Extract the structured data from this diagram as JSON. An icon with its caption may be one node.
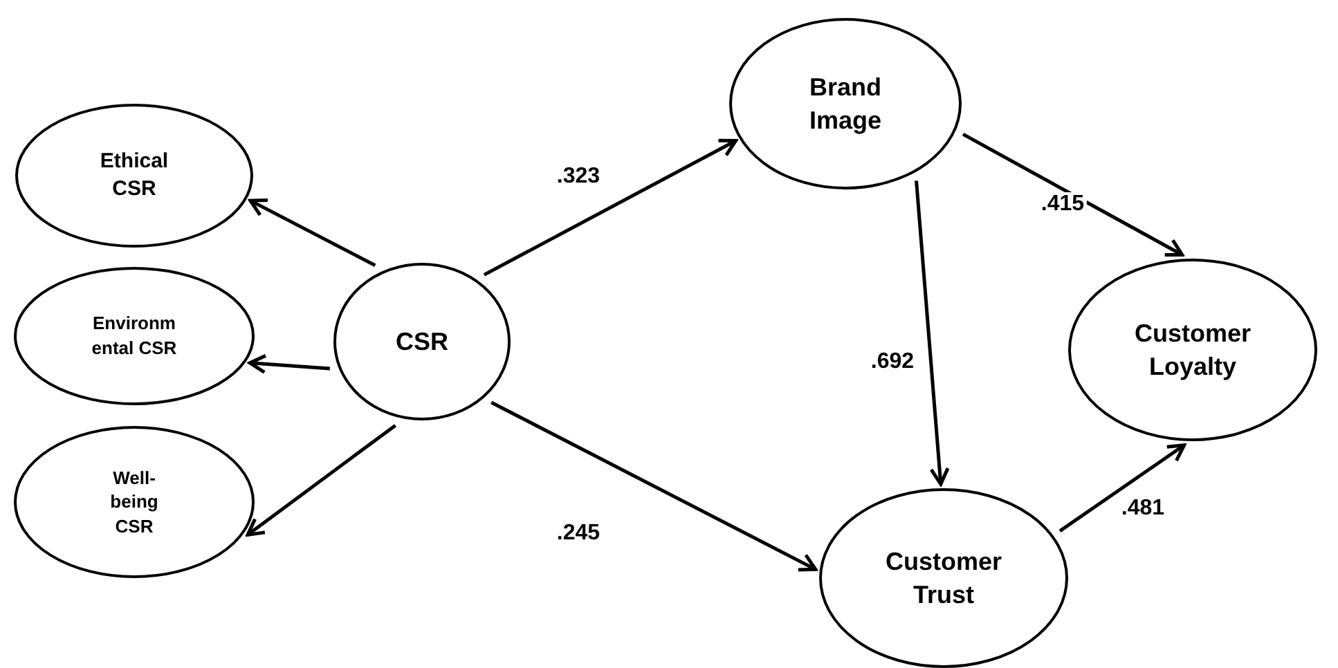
{
  "diagram": {
    "nodes": [
      {
        "text": [
          "Ethical CSR"
        ]
      },
      {
        "text": [
          "Environm ental CSR"
        ]
      },
      {
        "text": [
          "Well- being CSR"
        ]
      },
      {
        "text": [
          "CSR"
        ]
      },
      {
        "text": [
          "Brand Image"
        ]
      },
      {
        "text": [
          "Customer Loyalty"
        ]
      },
      {
        "text": [
          "Customer Trust"
        ]
      }
    ],
    "edges": [
      {
        "from": 3,
        "to": 0,
        "arrow": "to"
      },
      {
        "from": 3,
        "to": 1,
        "arrow": "to"
      },
      {
        "from": 3,
        "to": 2,
        "arrow": "to"
      },
      {
        "from": 3,
        "to": 4,
        "arrow": "to",
        "label": ".323"
      },
      {
        "from": 3,
        "to": 6,
        "arrow": "to",
        "label": ".245"
      },
      {
        "from": 4,
        "to": 6,
        "arrow": "to",
        "label": ".692"
      },
      {
        "from": 4,
        "to": 5,
        "arrow": "to",
        "label": ".415"
      },
      {
        "from": 6,
        "to": 5,
        "arrow": "to",
        "label": ".481"
      }
    ]
  }
}
